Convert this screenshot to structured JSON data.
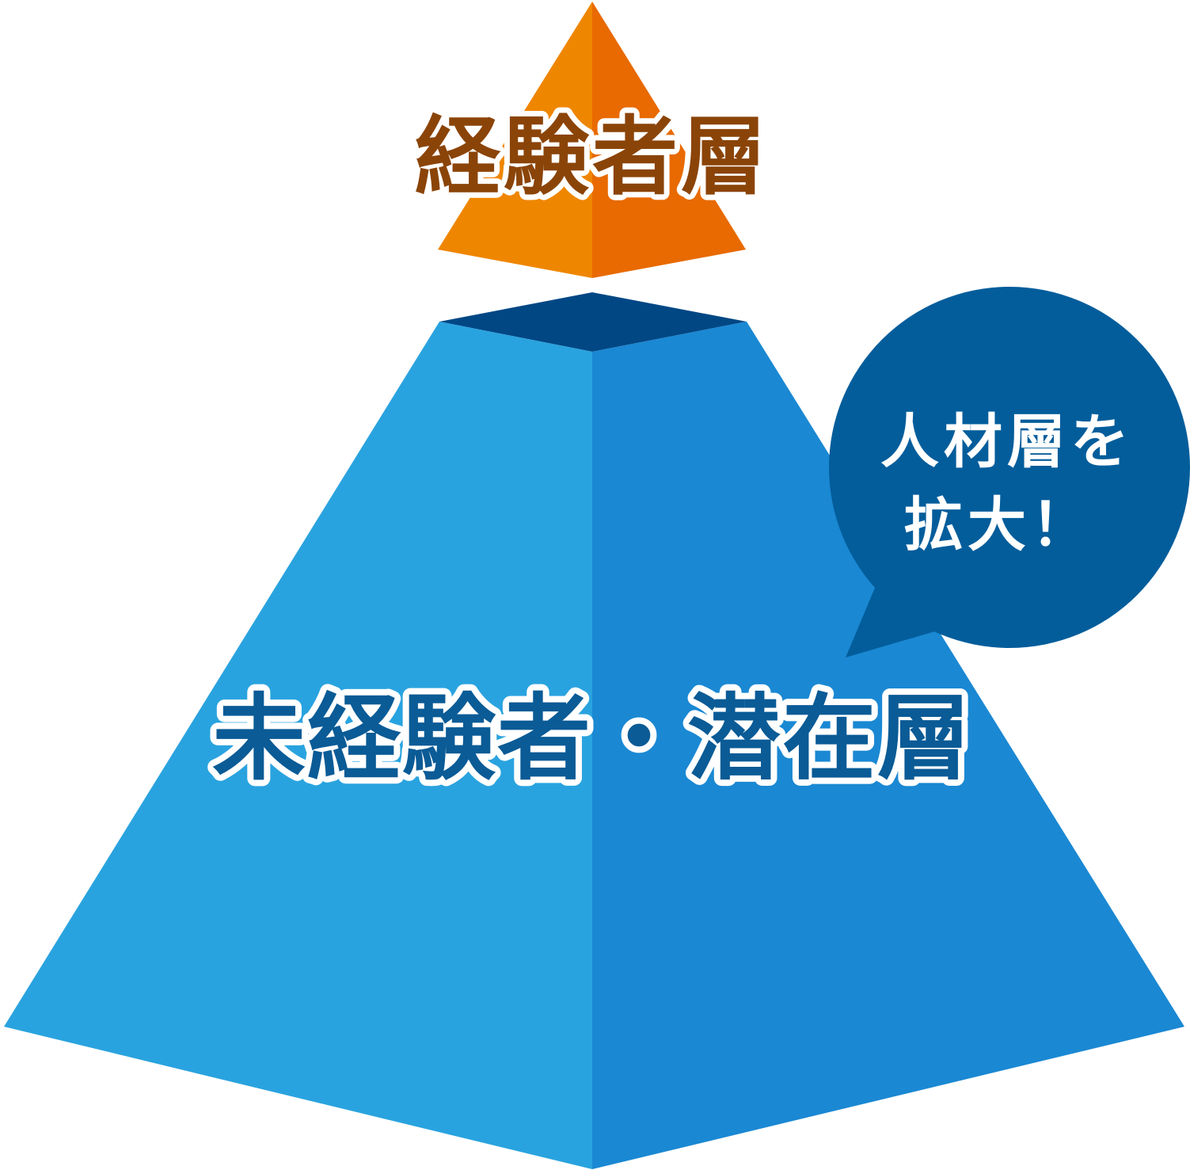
{
  "top_layer": {
    "label": "経験者層",
    "colors": {
      "left_face": "#ef8600",
      "right_face": "#e86a00",
      "text": "#8b4408",
      "outline": "#ffffff"
    }
  },
  "bottom_layer": {
    "label": "未経験者・潜在層",
    "colors": {
      "left_face": "#29a3df",
      "right_face": "#1a88d3",
      "top_face": "#004784",
      "text": "#0a5b96",
      "outline": "#ffffff"
    }
  },
  "callout": {
    "line1": "人材層を",
    "line2": "拡大！",
    "colors": {
      "bubble": "#035d9b",
      "text": "#ffffff"
    }
  }
}
